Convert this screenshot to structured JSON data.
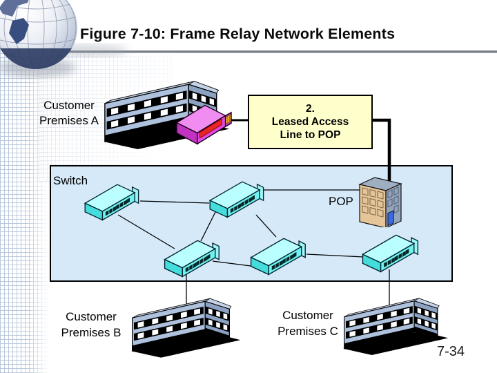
{
  "slide": {
    "title": "Figure 7-10: Frame Relay Network Elements",
    "page_number": "7-34"
  },
  "labels": {
    "customer_a": "Customer Premises A",
    "customer_b": "Customer Premises B",
    "customer_c": "Customer Premises C",
    "switch": "Switch",
    "pop": "POP"
  },
  "callout": {
    "step": "2.",
    "line1": "Leased Access",
    "line2": "Line to POP"
  },
  "icons": {
    "globe": "globe-icon",
    "office_building": "office-building-icon",
    "frame_relay_switch": "switch-device-icon",
    "pop_building": "pop-building-icon",
    "access_device": "access-device-icon"
  },
  "colors": {
    "title_text": "#0a0a0a",
    "divider_gray": "#6e757f",
    "panel_bg": "#D5E9F8",
    "panel_border": "#000000",
    "callout_bg": "#FFFFCC",
    "callout_border": "#000000",
    "switch_cyan_top": "#B9FFFF",
    "switch_cyan_front": "#72F0F0",
    "building_blue": "#AEC2DE",
    "device_magenta": "#DE4ADE",
    "device_red_panel": "#E92525",
    "device_yellow_panel": "#FFD22E",
    "pop_tan": "#E4C498",
    "pop_side_gray": "#93A5BB",
    "pop_door_blue": "#3B6BE4",
    "connector_line": "#000000"
  }
}
